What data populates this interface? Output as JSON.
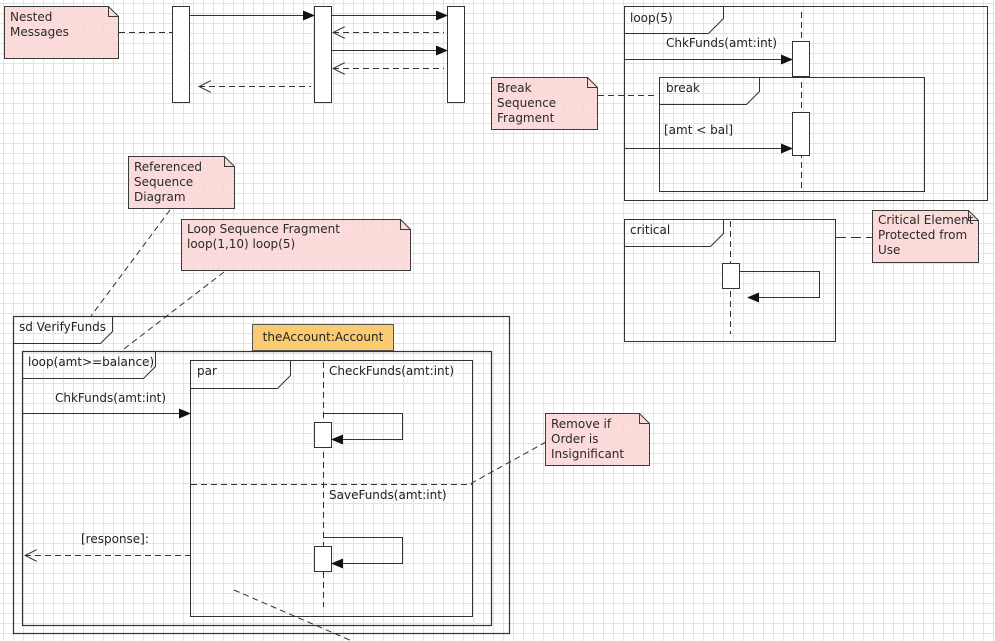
{
  "notes": {
    "nested": [
      "Nested",
      "Messages"
    ],
    "break": [
      "Break",
      "Sequence",
      "Fragment"
    ],
    "referenced": [
      "Referenced",
      "Sequence",
      "Diagram"
    ],
    "loop": [
      "Loop Sequence Fragment",
      "loop(1,10) loop(5)"
    ],
    "critical": [
      "Critical Element",
      "Protected from",
      "Use"
    ],
    "order": [
      "Remove if",
      "Order is",
      "Insignificant"
    ]
  },
  "fragments": {
    "loop5": {
      "label": "loop(5)",
      "message": "ChkFunds(amt:int)"
    },
    "break": {
      "label": "break",
      "guard": "[amt < bal]"
    },
    "critical": {
      "label": "critical"
    },
    "sd": {
      "label": "sd VerifyFunds"
    },
    "loop_balance": {
      "label": "loop(amt>=balance)"
    },
    "par": {
      "label": "par"
    }
  },
  "lifeline": {
    "label": "theAccount:Account"
  },
  "messages": {
    "chkfunds": "ChkFunds(amt:int)",
    "checkfunds": "CheckFunds(amt:int)",
    "savefunds": "SaveFunds(amt:int)",
    "response": "[response]:"
  },
  "colors": {
    "note_fill": "#fcd5d5",
    "note_border": "#3a3a3a",
    "lifeline_fill": "#fbcb72",
    "line": "#2b2b2b"
  }
}
